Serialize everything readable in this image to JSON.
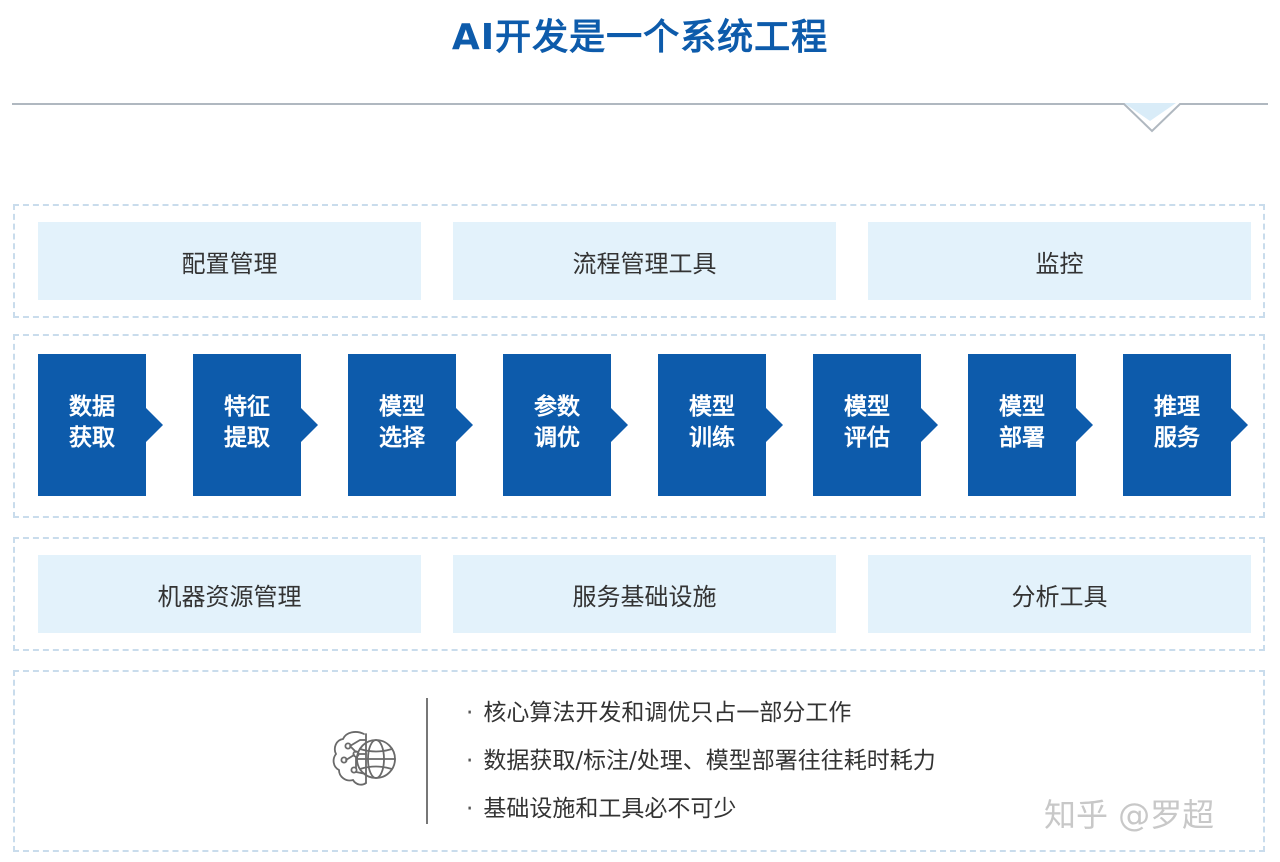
{
  "title": "AI开发是一个系统工程",
  "top_row": {
    "tiles": [
      "配置管理",
      "流程管理工具",
      "监控"
    ]
  },
  "pipeline": {
    "steps": [
      {
        "line1": "数据",
        "line2": "获取"
      },
      {
        "line1": "特征",
        "line2": "提取"
      },
      {
        "line1": "模型",
        "line2": "选择"
      },
      {
        "line1": "参数",
        "line2": "调优"
      },
      {
        "line1": "模型",
        "line2": "训练"
      },
      {
        "line1": "模型",
        "line2": "评估"
      },
      {
        "line1": "模型",
        "line2": "部署"
      },
      {
        "line1": "推理",
        "line2": "服务"
      }
    ]
  },
  "bottom_row": {
    "tiles": [
      "机器资源管理",
      "服务基础设施",
      "分析工具"
    ]
  },
  "notes": {
    "icon": "ai-brain-icon",
    "bullet_symbol": "·",
    "items": [
      "核心算法开发和调优只占一部分工作",
      "数据获取/标注/处理、模型部署往往耗时耗力",
      "基础设施和工具必不可少"
    ]
  },
  "watermark": "知乎 @罗超",
  "colors": {
    "primary_blue": "#0d5bab",
    "tile_bg": "#e3f2fb",
    "dashed_border": "#c9dcec"
  }
}
